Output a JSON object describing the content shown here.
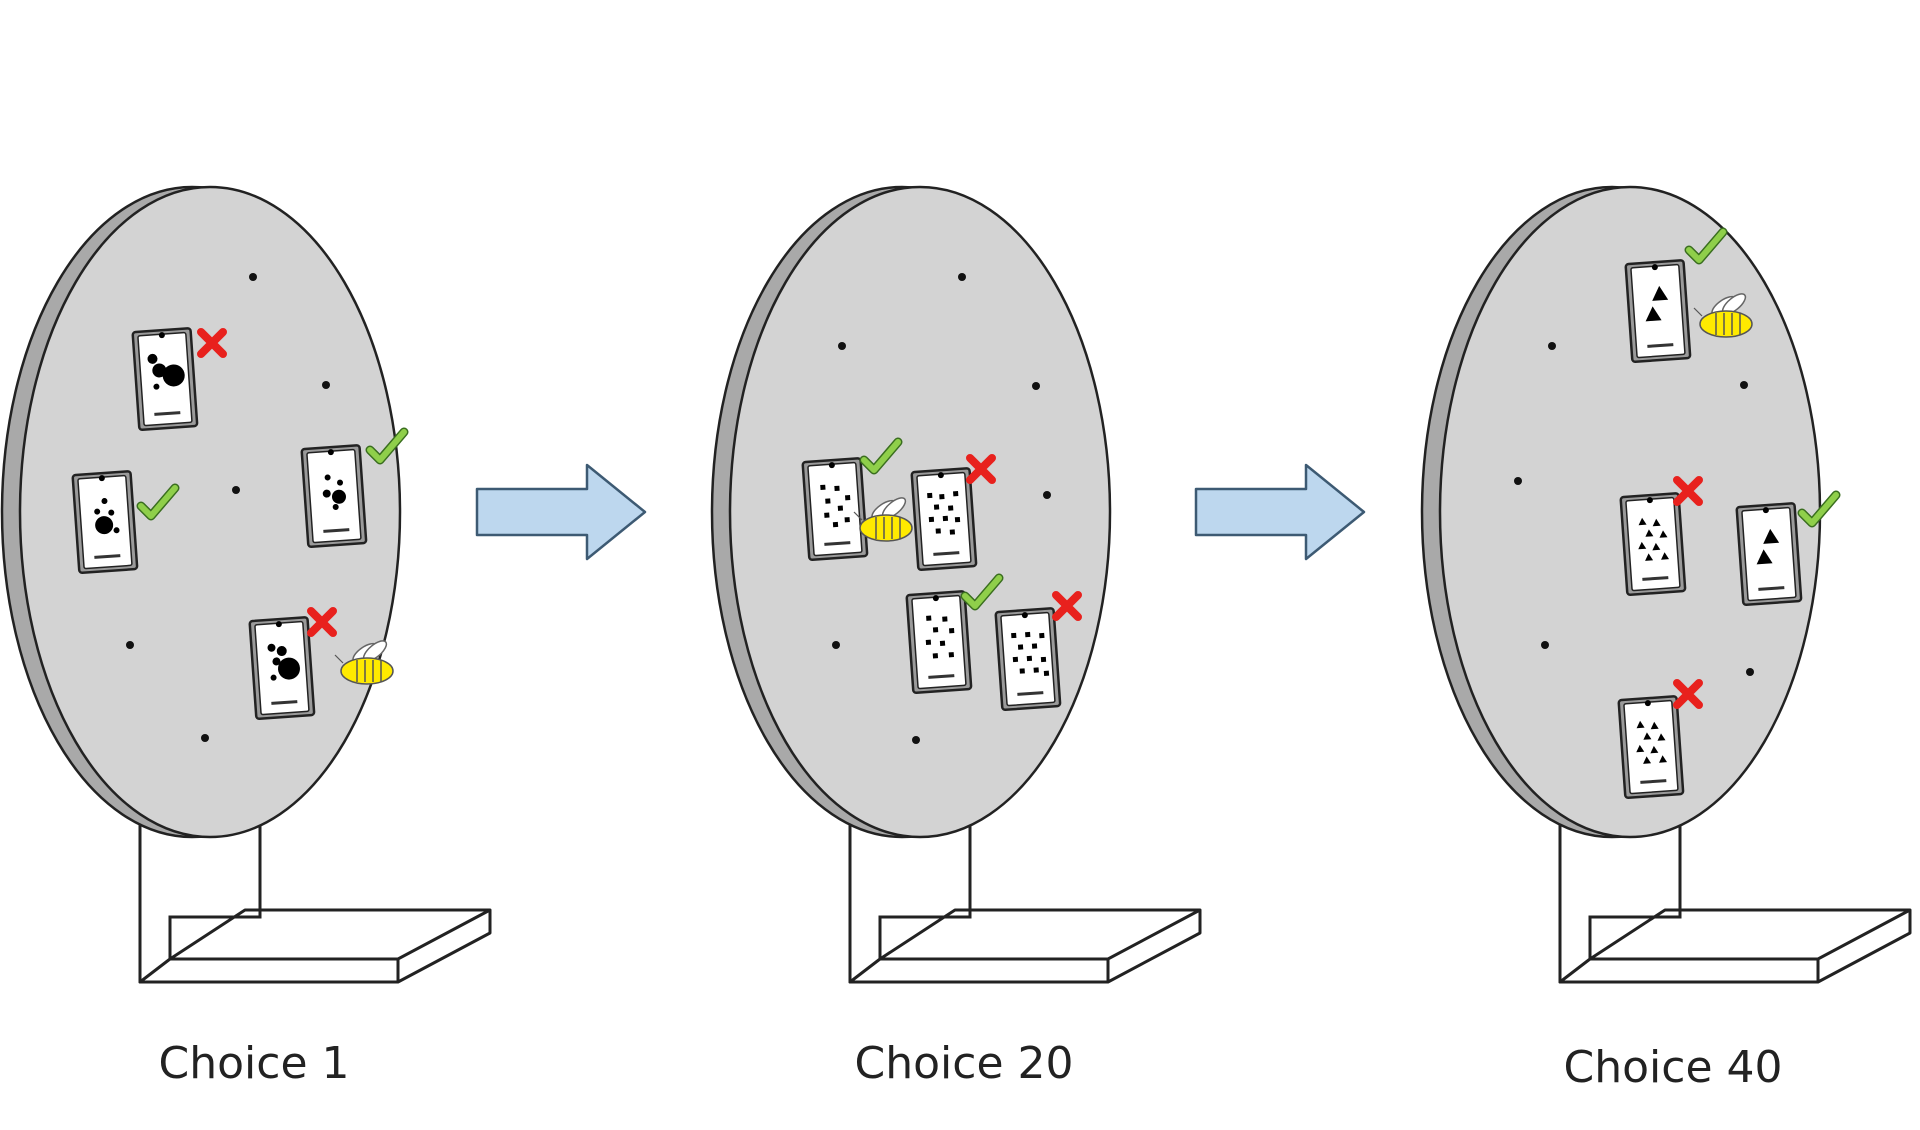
{
  "colors": {
    "disk_face": "#d3d3d3",
    "disk_rim": "#a9a9a9",
    "outline": "#222222",
    "arrow_fill": "#bdd7ee",
    "arrow_stroke": "#3d5a73",
    "bee_yellow": "#ffea00",
    "check_green": "#8fcf4a",
    "cross_red": "#e8211d",
    "card_white": "#ffffff"
  },
  "panels": [
    {
      "caption": "Choice 1",
      "stimulus_shape": "circle",
      "cards": [
        {
          "mark": "cross",
          "bee": false
        },
        {
          "mark": "check",
          "bee": false
        },
        {
          "mark": "check",
          "bee": false
        },
        {
          "mark": "cross",
          "bee": true
        }
      ]
    },
    {
      "caption": "Choice 20",
      "stimulus_shape": "square",
      "cards": [
        {
          "mark": "check",
          "bee": true
        },
        {
          "mark": "cross",
          "bee": false
        },
        {
          "mark": "check",
          "bee": false
        },
        {
          "mark": "cross",
          "bee": false
        }
      ]
    },
    {
      "caption": "Choice 40",
      "stimulus_shape": "triangle",
      "cards": [
        {
          "mark": "check",
          "bee": true
        },
        {
          "mark": "cross",
          "bee": false
        },
        {
          "mark": "check",
          "bee": false
        },
        {
          "mark": "cross",
          "bee": false
        }
      ]
    }
  ],
  "arrows": [
    {
      "icon": "right-arrow-icon"
    },
    {
      "icon": "right-arrow-icon"
    }
  ],
  "icons": {
    "bee": "bee-icon",
    "check": "check-icon",
    "cross": "cross-icon"
  }
}
